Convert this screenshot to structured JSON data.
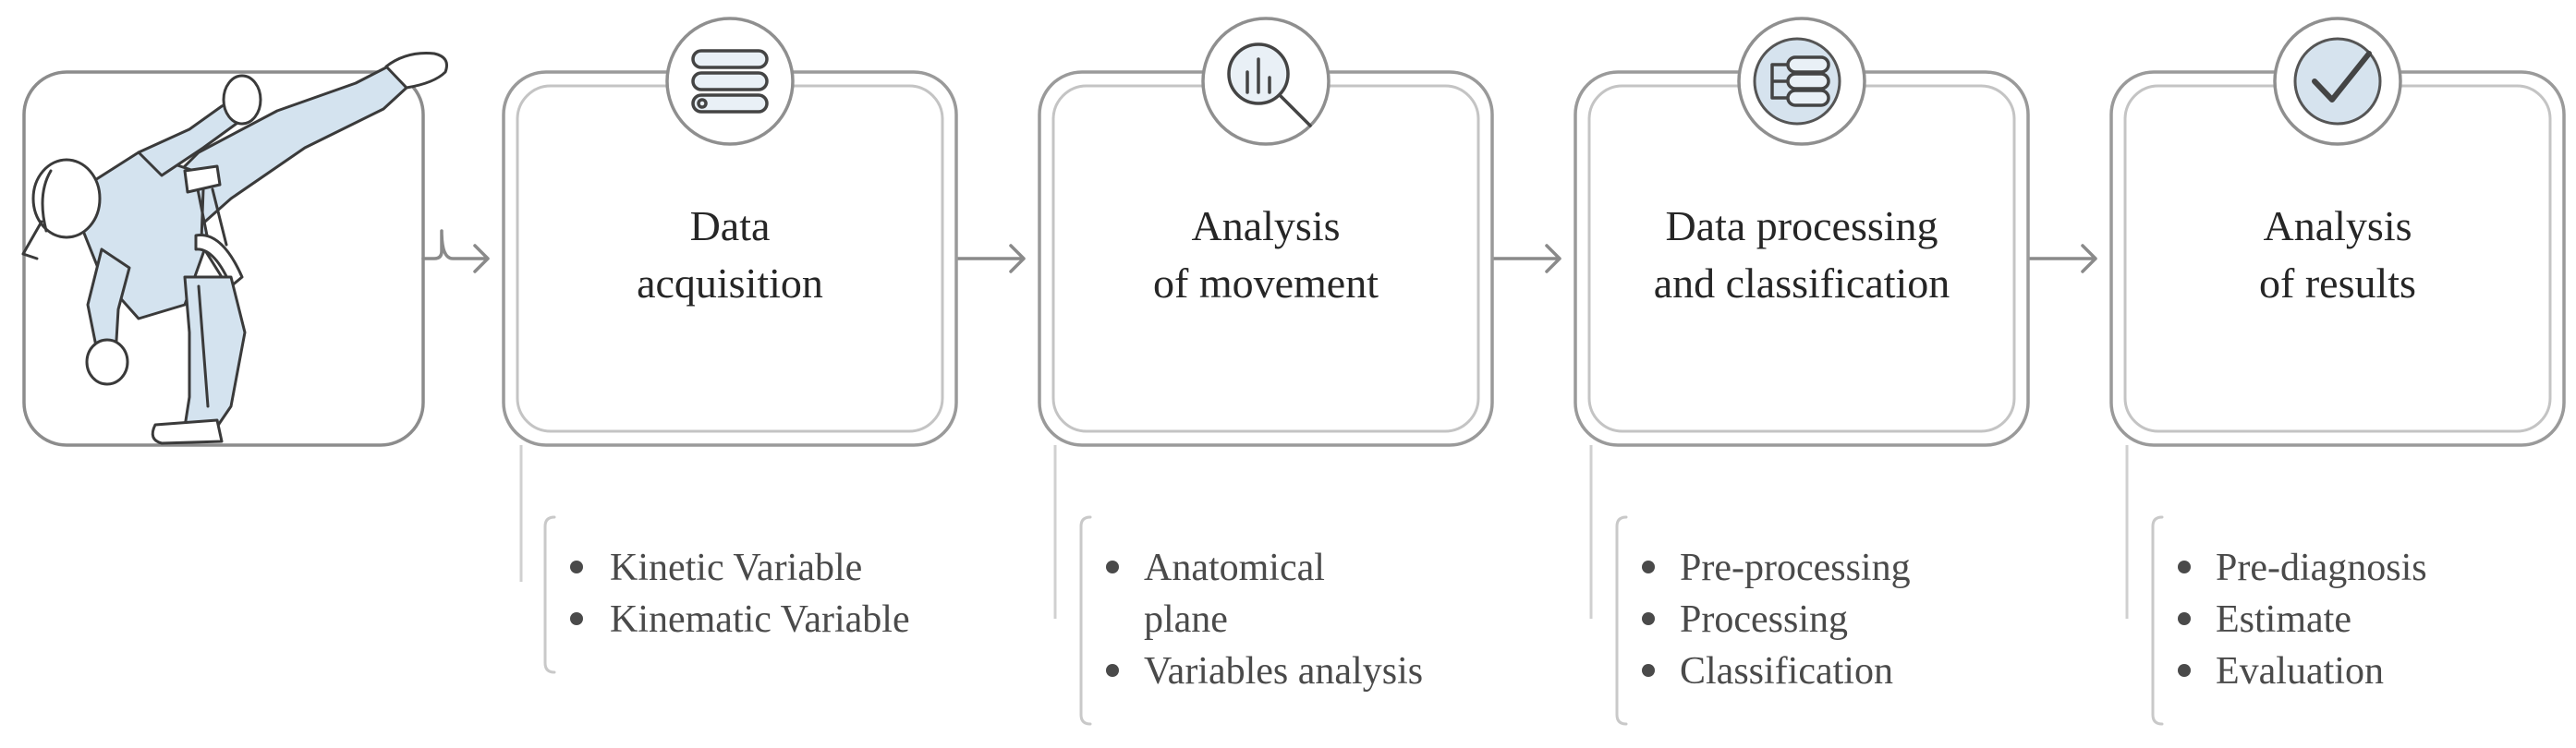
{
  "steps": [
    {
      "title_lines": [
        "Data",
        "acquisition"
      ],
      "icon": "database-list-icon",
      "bullets": [
        [
          "Kinetic Variable"
        ],
        [
          "Kinematic Variable"
        ]
      ]
    },
    {
      "title_lines": [
        "Analysis",
        "of movement"
      ],
      "icon": "chart-magnifier-icon",
      "bullets": [
        [
          "Anatomical",
          "plane"
        ],
        [
          "Variables analysis"
        ]
      ]
    },
    {
      "title_lines": [
        "Data processing",
        "and classification"
      ],
      "icon": "classification-tree-icon",
      "bullets": [
        [
          "Pre-processing"
        ],
        [
          "Processing"
        ],
        [
          "Classification"
        ]
      ]
    },
    {
      "title_lines": [
        "Analysis",
        "of results"
      ],
      "icon": "checkmark-icon",
      "bullets": [
        [
          "Pre-diagnosis"
        ],
        [
          "Estimate"
        ],
        [
          "Evaluation"
        ]
      ]
    }
  ],
  "intro_image": "karate-high-kick-illustration",
  "colors": {
    "accent_fill": "#d4e3ef",
    "box_stroke": "#9a9a9a",
    "text": "#262626",
    "bullet_text": "#4a4a4a"
  }
}
